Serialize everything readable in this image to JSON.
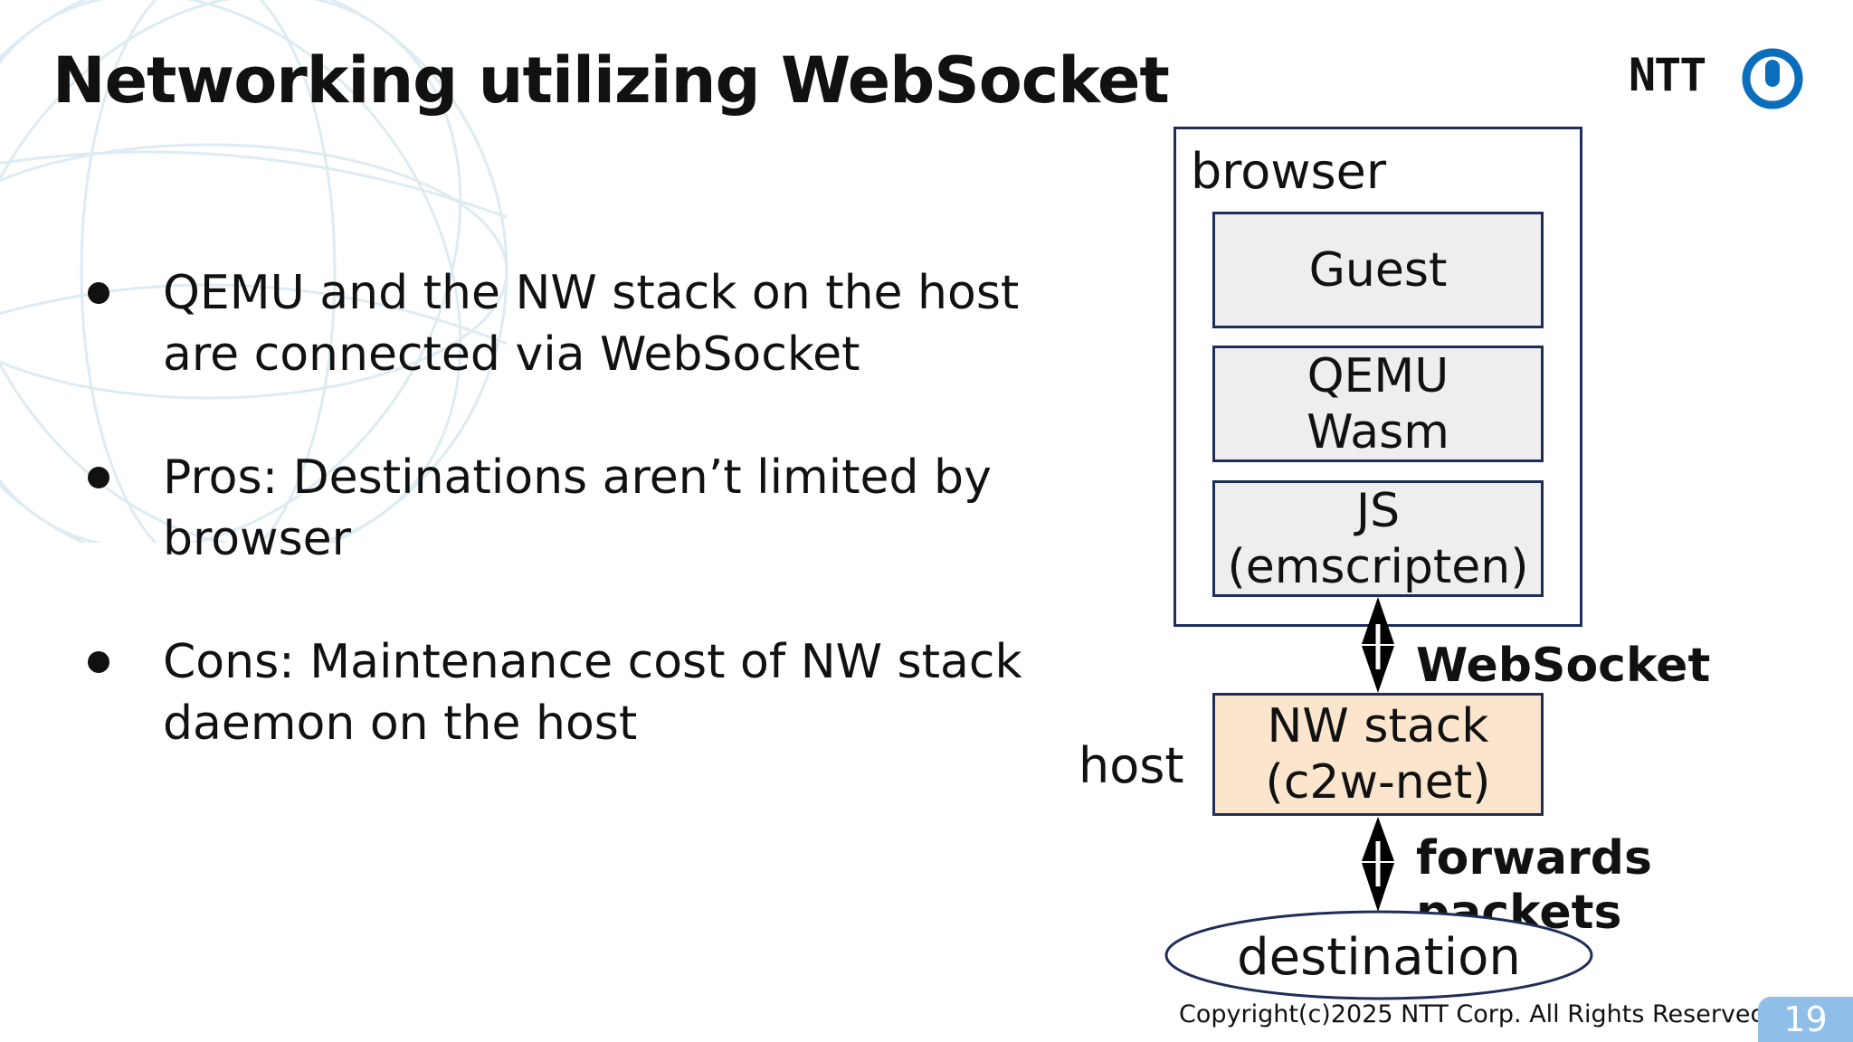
{
  "slide": {
    "title": "Networking utilizing WebSocket",
    "logo_text": "NTT",
    "bullets": [
      "QEMU and the NW stack on the host are connected via WebSocket",
      "Pros: Destinations aren’t limited by browser",
      "Cons: Maintenance cost of NW stack daemon on the host"
    ],
    "copyright": "Copyright(c)2025 NTT Corp. All Rights Reserved.",
    "page_number": "19"
  },
  "diagram": {
    "browser_label": "browser",
    "guest": "Guest",
    "qemu": "QEMU\nWasm",
    "js": "JS\n(emscripten)",
    "websocket_label": "WebSocket",
    "host_label": "host",
    "nwstack": "NW stack\n(c2w-net)",
    "forwards_label": "forwards packets",
    "destination": "destination"
  },
  "colors": {
    "box_border": "#1f2d5a",
    "layer_fill": "#eeeeee",
    "nwstack_fill": "#fbe5cd",
    "logo_blue": "#0a6ebd",
    "page_badge": "#8fbfe9"
  }
}
